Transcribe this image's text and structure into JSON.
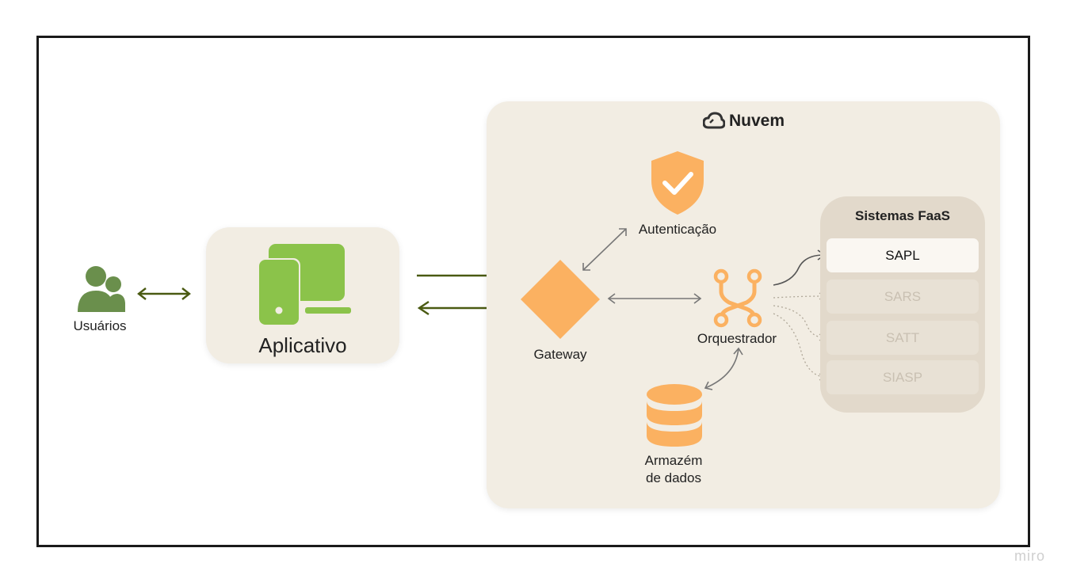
{
  "users": {
    "label": "Usuários"
  },
  "app": {
    "label": "Aplicativo"
  },
  "cloud": {
    "title": "Nuvem"
  },
  "gateway": {
    "label": "Gateway"
  },
  "auth": {
    "label": "Autenticação"
  },
  "orchestrator": {
    "label": "Orquestrador"
  },
  "storage": {
    "label_line1": "Armazém",
    "label_line2": "de dados"
  },
  "faas": {
    "title": "Sistemas FaaS",
    "items": [
      {
        "label": "SAPL",
        "active": true
      },
      {
        "label": "SARS",
        "active": false
      },
      {
        "label": "SATT",
        "active": false
      },
      {
        "label": "SIASP",
        "active": false
      }
    ]
  },
  "watermark": "miro",
  "colors": {
    "orange": "#fbb161",
    "green_icon": "#8bc34a",
    "users_green": "#6a8f4c",
    "arrow_dark_green": "#4a5a12",
    "card_bg": "#f2ede3",
    "faas_bg": "#e2d9cb"
  }
}
